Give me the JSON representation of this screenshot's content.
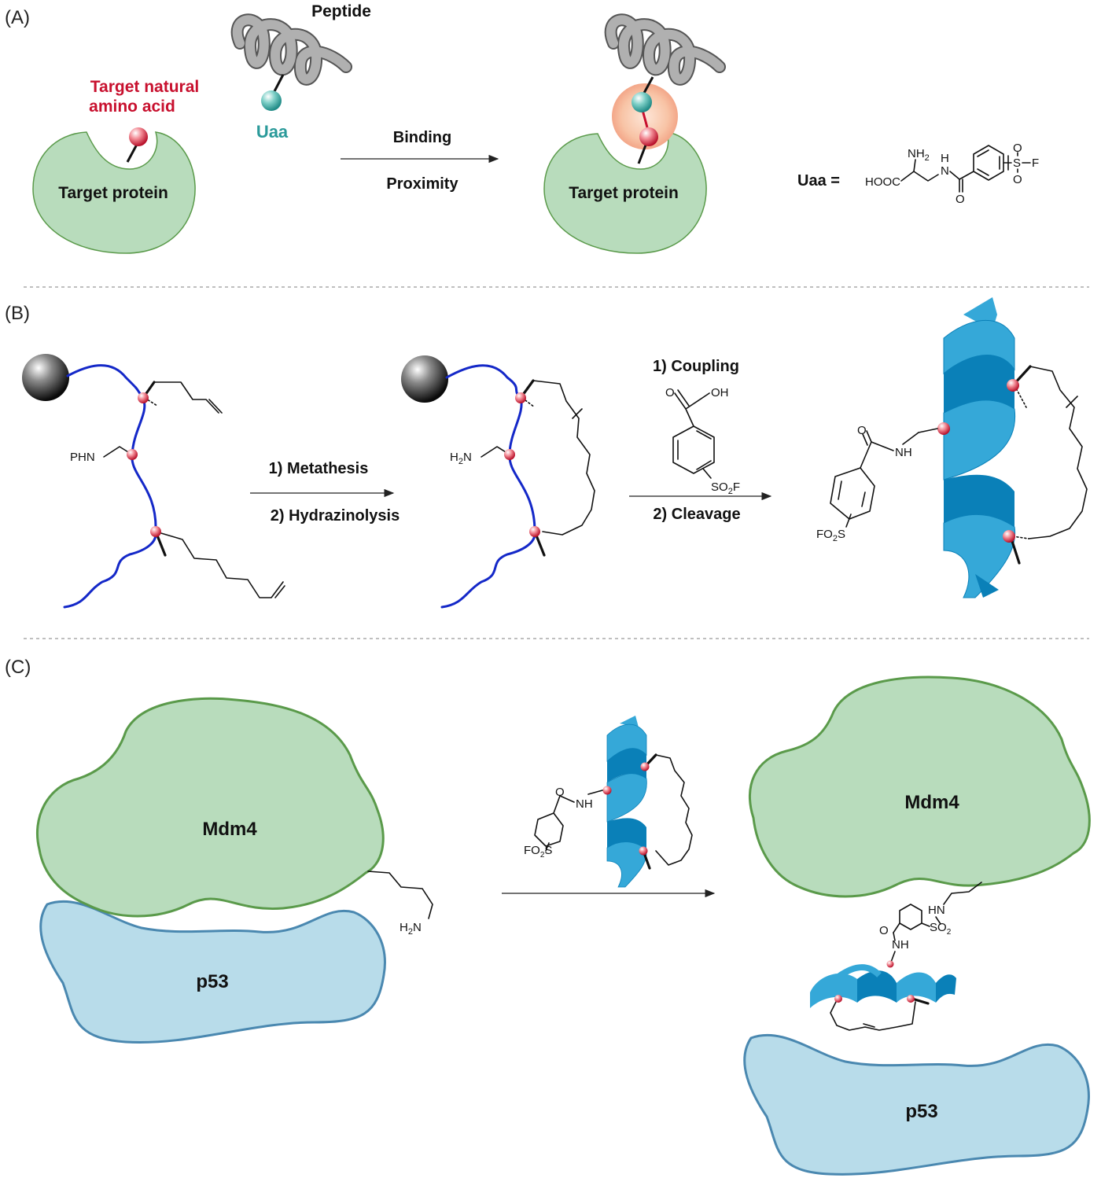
{
  "panels": {
    "a": {
      "label": "(A)",
      "peptide": "Peptide",
      "target_aa_line1": "Target natural",
      "target_aa_line2": "amino acid",
      "uaa": "Uaa",
      "binding": "Binding",
      "proximity": "Proximity",
      "target_protein": "Target protein",
      "uaa_eq": "Uaa  =",
      "chem": {
        "nh2": "NH",
        "nh2_sub": "2",
        "h": "H",
        "n": "N",
        "hooc": "HOOC",
        "o": "O",
        "s": "S",
        "f": "F"
      }
    },
    "b": {
      "label": "(B)",
      "phn": "PHN",
      "h2n": "H",
      "h2n_sub": "2",
      "h2n_n": "N",
      "step1": "1) Metathesis",
      "step2": "2) Hydrazinolysis",
      "step3": "1) Coupling",
      "step4": "2) Cleavage",
      "o": "O",
      "oh": "OH",
      "so2f": "SO",
      "so2f_sub": "2",
      "so2f_f": "F",
      "nh": "NH",
      "fo2s": "FO",
      "fo2s_sub": "2",
      "fo2s_s": "S"
    },
    "c": {
      "label": "(C)",
      "mdm4": "Mdm4",
      "p53": "p53",
      "h2n": "H",
      "h2n_sub": "2",
      "h2n_n": "N",
      "o": "O",
      "nh": "NH",
      "fo2s": "FO",
      "fo2s_sub": "2",
      "fo2s_s": "S",
      "hn": "HN",
      "so2": "SO",
      "so2_sub": "2"
    }
  },
  "colors": {
    "protein_green": "#b8dcbc",
    "protein_green_stroke": "#5a9a4a",
    "protein_blue": "#b8dcea",
    "protein_blue_stroke": "#4a88b0",
    "helix_blue": "#35a8d8",
    "helix_dark": "#0a80b8",
    "red_label": "#c8102e",
    "teal_label": "#2a9a9a",
    "chain_blue": "#1428c8"
  }
}
